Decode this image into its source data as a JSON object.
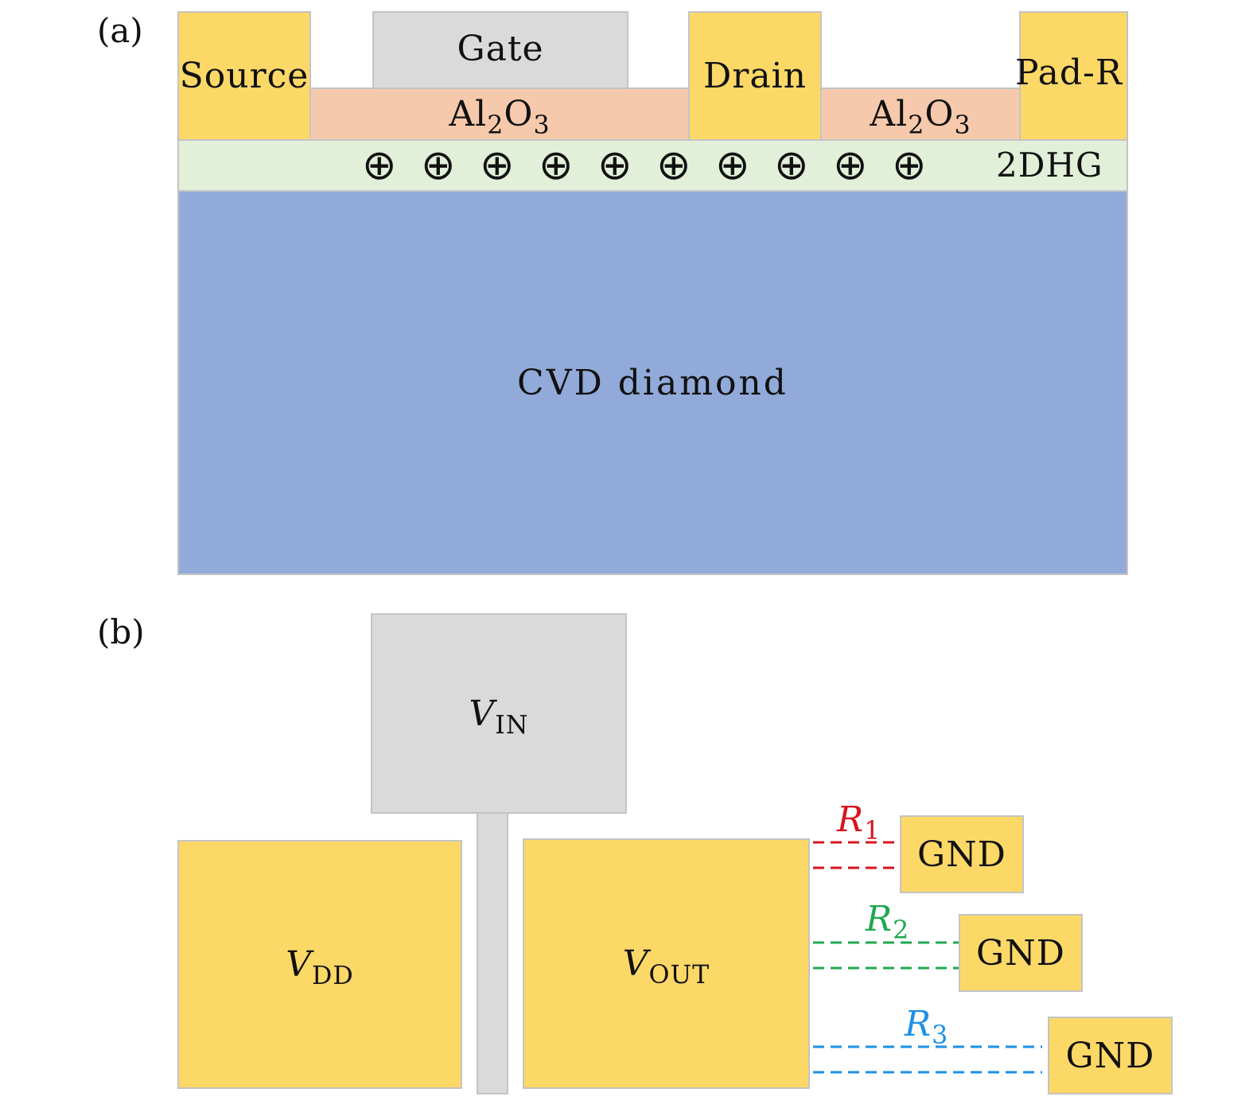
{
  "panel_a": {
    "label": "(a)",
    "source": "Source",
    "gate": "Gate",
    "drain": "Drain",
    "pad": "Pad-R",
    "oxide": {
      "base1": "Al",
      "sub1": "2",
      "base2": "O",
      "sub2": "3"
    },
    "channel": "2DHG",
    "hole_symbol": "⊕",
    "hole_count": 10,
    "substrate": "CVD diamond"
  },
  "panel_b": {
    "label": "(b)",
    "vin": {
      "main": "V",
      "sub": "IN"
    },
    "vdd": {
      "main": "V",
      "sub": "DD"
    },
    "vout": {
      "main": "V",
      "sub": "OUT"
    },
    "resistors": [
      {
        "main": "R",
        "sub": "1",
        "color": "#d8141e"
      },
      {
        "main": "R",
        "sub": "2",
        "color": "#1fa84f"
      },
      {
        "main": "R",
        "sub": "3",
        "color": "#1e90e6"
      }
    ],
    "gnd": "GND"
  },
  "colors": {
    "metal": "#fcd867",
    "gate": "#dadada",
    "oxide": "#f6c9ad",
    "channel": "#e2efd9",
    "substrate": "#91aad9",
    "border": "#c4c4c4"
  }
}
